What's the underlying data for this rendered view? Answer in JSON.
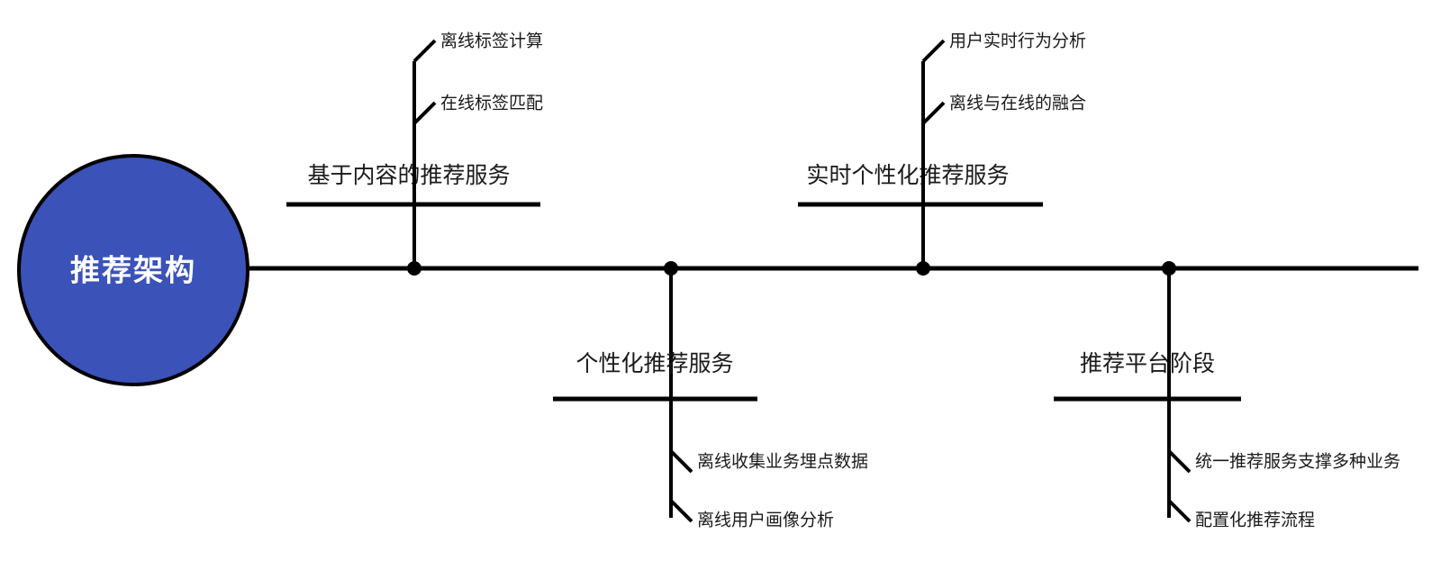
{
  "diagram": {
    "type": "fishbone",
    "title": "推荐架构",
    "colors": {
      "root_fill": "#3b52b8",
      "root_text": "#ffffff",
      "line": "#000000",
      "label_text": "#1a1a1a",
      "background": "#ffffff"
    },
    "root": {
      "label": "推荐架构"
    },
    "branches": [
      {
        "label": "基于内容的推荐服务",
        "direction": "up",
        "sub_items": [
          {
            "label": "离线标签计算"
          },
          {
            "label": "在线标签匹配"
          }
        ]
      },
      {
        "label": "个性化推荐服务",
        "direction": "down",
        "sub_items": [
          {
            "label": "离线收集业务埋点数据"
          },
          {
            "label": "离线用户画像分析"
          }
        ]
      },
      {
        "label": "实时个性化推荐服务",
        "direction": "up",
        "sub_items": [
          {
            "label": "用户实时行为分析"
          },
          {
            "label": "离线与在线的融合"
          }
        ]
      },
      {
        "label": "推荐平台阶段",
        "direction": "down",
        "sub_items": [
          {
            "label": "统一推荐服务支撑多种业务"
          },
          {
            "label": "配置化推荐流程"
          }
        ]
      }
    ]
  }
}
